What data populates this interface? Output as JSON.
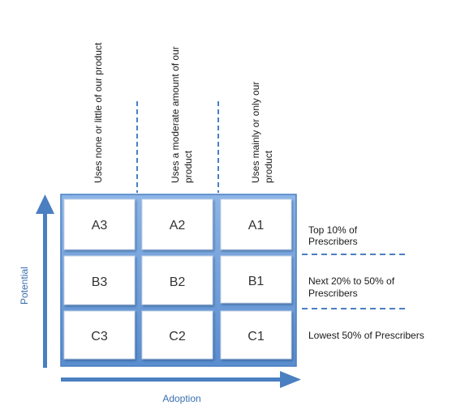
{
  "columns": [
    "Uses none or little of our product",
    "Uses a moderate amount of our",
    "product",
    "Uses mainly or only our",
    "product"
  ],
  "cells": [
    [
      "A3",
      "A2",
      "A1"
    ],
    [
      "B3",
      "B2",
      "B1"
    ],
    [
      "C3",
      "C2",
      "C1"
    ]
  ],
  "tiers": {
    "top_line1": "Top 10% of",
    "top_line2": "Prescribers",
    "mid_line1": "Next 20% to 50% of",
    "mid_line2": "Prescribers",
    "low": "Lowest 50% of Prescribers"
  },
  "axes": {
    "x": "Adoption",
    "y": "Potential"
  },
  "colors": {
    "grid_fill": "#6f9ed8",
    "grid_edge": "#4a7fc1",
    "cell_fill": "#ffffff",
    "arrow": "#4a7fc1",
    "dash": "#4a7fc1",
    "axis_text": "#3a6fb0"
  }
}
